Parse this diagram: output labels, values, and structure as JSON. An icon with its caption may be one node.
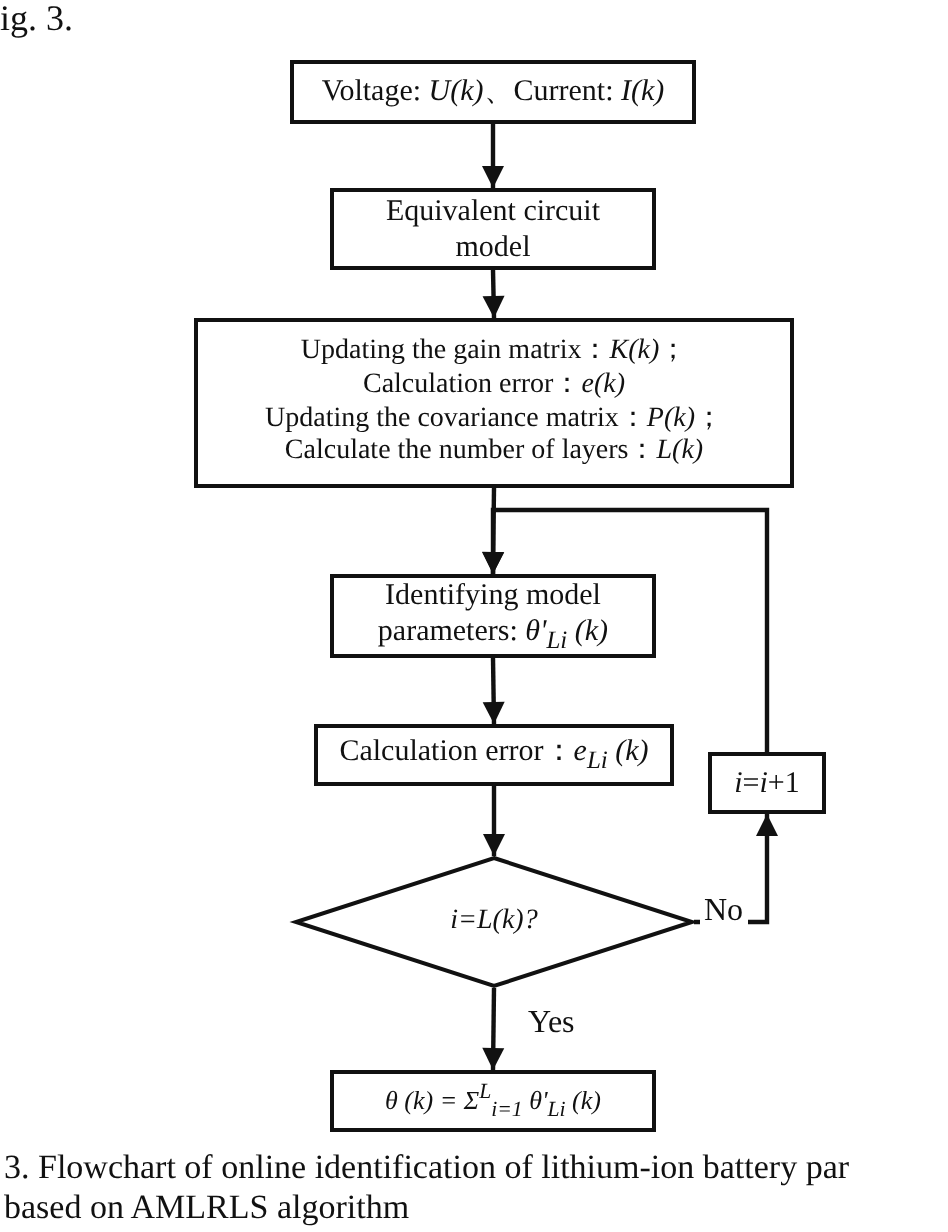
{
  "diagram": {
    "caption": "3. Flowchart of online identification of lithium-ion battery par based on AMLRLS algorithm",
    "nodes": [
      {
        "text": [
          "Voltage: *U(k)*、Current: *I(k)*"
        ]
      },
      {
        "text": [
          "Equivalent circuit model"
        ]
      },
      {
        "text": [
          "Updating the gain matrix：*K(k)*；",
          "Calculation error：*e(k)*",
          "Updating the covariance matrix：*P(k)*；",
          "Calculate the number of layers：*L(k)*"
        ]
      },
      {
        "text": [
          "Identifying model parameters: *θ'$_{Li}$ (k)*"
        ]
      },
      {
        "text": [
          "Calculation error：*e$_{Li}$ (k)*"
        ]
      },
      {
        "text": [
          "i=L(k)?"
        ]
      },
      {
        "text": [
          "*θ (k)* = Σ$^{L}$$_{i=1}$ θ'$_{Li}$ *(k)*"
        ]
      },
      {
        "text": [
          "*i*=*i*+1"
        ]
      }
    ],
    "edges": [
      {
        "from": 0,
        "to": 1,
        "arrow": "to"
      },
      {
        "from": 1,
        "to": 2,
        "arrow": "to"
      },
      {
        "from": 2,
        "to": 3,
        "arrow": "to"
      },
      {
        "from": 3,
        "to": 4,
        "arrow": "to"
      },
      {
        "from": 4,
        "to": 5,
        "arrow": "to"
      },
      {
        "from": 5,
        "to": 6,
        "arrow": "to",
        "label": "Yes"
      },
      {
        "from": 5,
        "to": 7,
        "arrow": "to",
        "label": "No"
      },
      {
        "from": 7,
        "to": 3,
        "arrow": "to"
      }
    ],
    "labels": [
      "ig. 3."
    ]
  }
}
